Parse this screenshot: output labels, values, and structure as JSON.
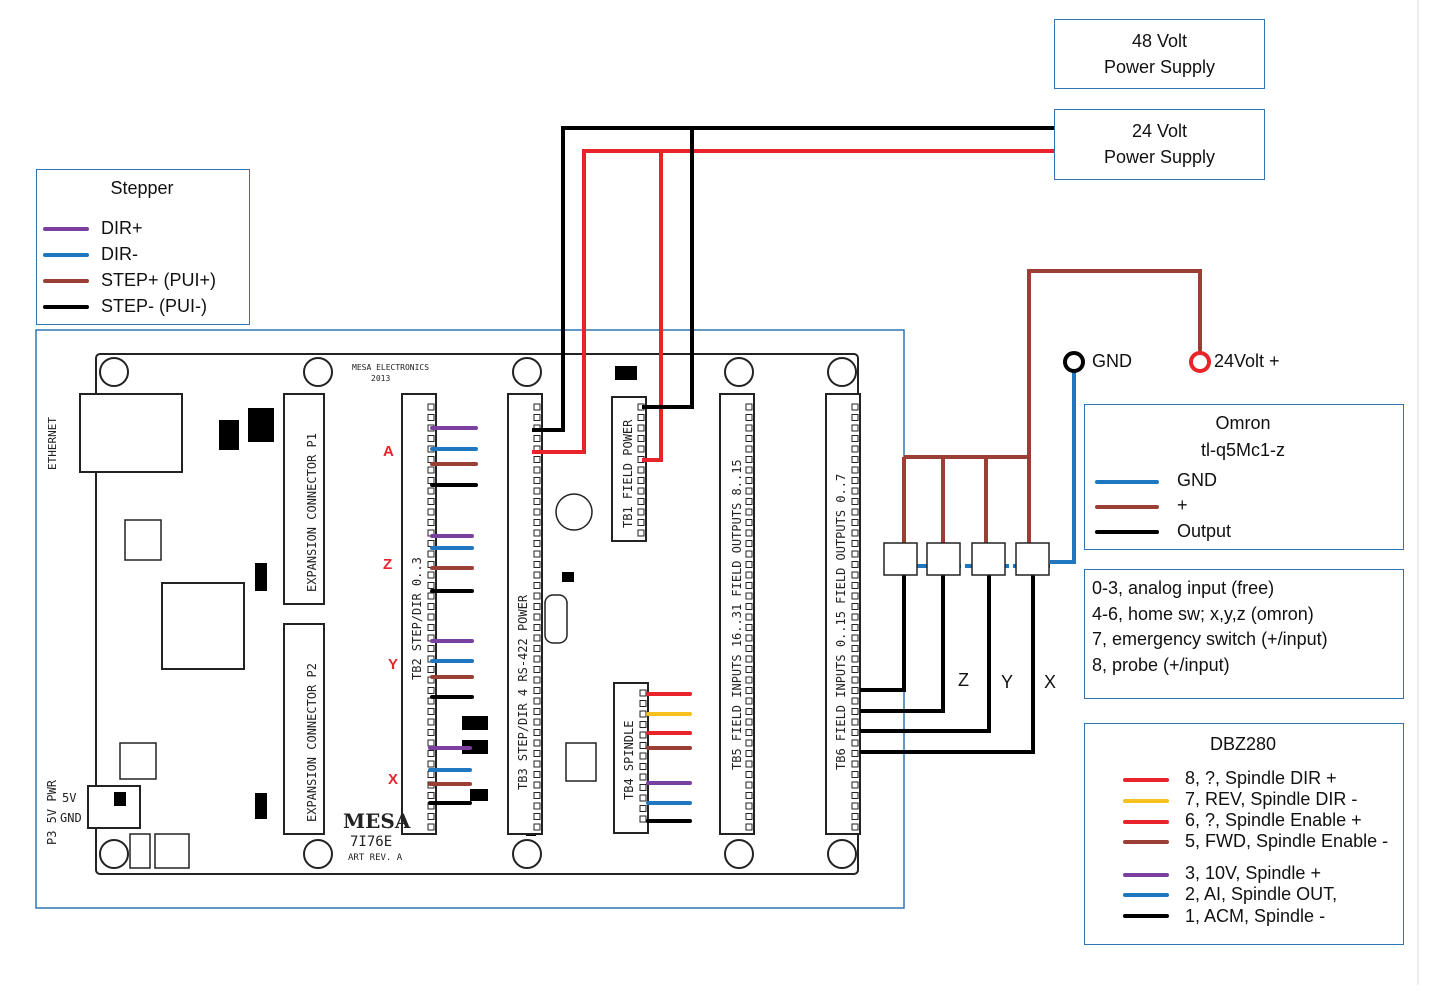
{
  "psu48": {
    "line1": "48 Volt",
    "line2": "Power Supply"
  },
  "psu24": {
    "line1": "24 Volt",
    "line2": "Power Supply"
  },
  "stepper": {
    "title": "Stepper",
    "items": [
      {
        "label": "DIR+",
        "color": "#7b3fa0"
      },
      {
        "label": "DIR-",
        "color": "#1f77c0"
      },
      {
        "label": "STEP+ (PUI+)",
        "color": "#9b3f35"
      },
      {
        "label": "STEP- (PUI-)",
        "color": "#000000"
      }
    ]
  },
  "terminals": {
    "gnd": "GND",
    "v24": "24Volt +"
  },
  "omron": {
    "title1": "Omron",
    "title2": "tl-q5Mc1-z",
    "items": [
      {
        "label": "GND",
        "color": "#1f77c0"
      },
      {
        "label": "+",
        "color": "#9b3f35"
      },
      {
        "label": "Output",
        "color": "#000000"
      }
    ]
  },
  "inputs": {
    "lines": [
      "0-3, analog input (free)",
      "4-6, home sw; x,y,z (omron)",
      "7, emergency switch (+/input)",
      "8, probe (+/input)"
    ]
  },
  "axes_labels": {
    "z": "Z",
    "y": "Y",
    "x": "X"
  },
  "dbz": {
    "title": "DBZ280",
    "items": [
      {
        "label": "8, ?, Spindle DIR +",
        "color": "#e8232a"
      },
      {
        "label": "7, REV, Spindle DIR -",
        "color": "#f5c020"
      },
      {
        "label": "6, ?, Spindle Enable +",
        "color": "#e8232a"
      },
      {
        "label": "5, FWD, Spindle Enable -",
        "color": "#9b3f35"
      },
      {
        "label": "3, 10V, Spindle +",
        "color": "#7b3fa0"
      },
      {
        "label": "2, AI, Spindle OUT,",
        "color": "#1f77c0"
      },
      {
        "label": "1, ACM, Spindle -",
        "color": "#000000"
      }
    ]
  },
  "board": {
    "vendor": "MESA ELECTRONICS",
    "year": "2013",
    "logo": "MESA",
    "model": "7I76E",
    "rev": "ART REV. A",
    "ethernet": "ETHERNET",
    "p3": "P3 5V PWR",
    "v5": "5V",
    "gnd": "GND",
    "exp1": "EXPANSION CONNECTOR P1",
    "exp2": "EXPANSION CONNECTOR P2",
    "tb2": "TB2 STEP/DIR 0..3",
    "tb3": "TB3 STEP/DIR 4 RS-422 POWER",
    "tb1": "TB1 FIELD POWER",
    "tb4": "TB4 SPINDLE",
    "tb5": "TB5 FIELD INPUTS 16..31 FIELD OUTPUTS 8..15",
    "tb6": "TB6 FIELD INPUTS 0..15 FIELD OUTPUTS 0..7",
    "axis_a": "A",
    "axis_z": "Z",
    "axis_y": "Y",
    "axis_x": "X"
  }
}
